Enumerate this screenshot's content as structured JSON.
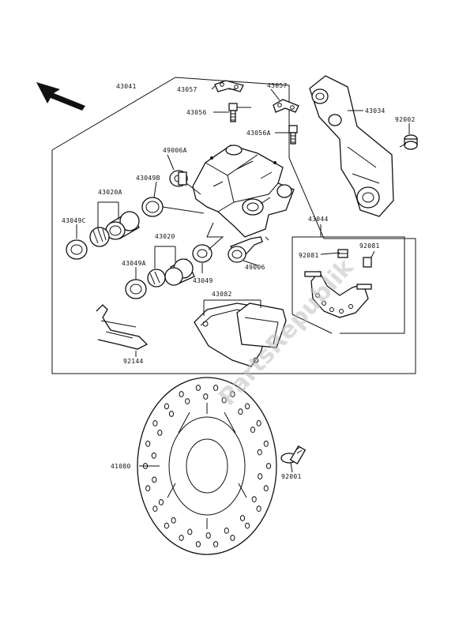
{
  "labels": {
    "l43041": "43041",
    "l43057a": "43057",
    "l43057b": "43057",
    "l43034": "43034",
    "l92002": "92002",
    "l43056": "43056",
    "l43056a": "43056A",
    "l49006a": "49006A",
    "l43049b": "43049B",
    "l43020a": "43020A",
    "l43049c": "43049C",
    "l43020": "43020",
    "l43049a": "43049A",
    "l43049": "43049",
    "l49006": "49006",
    "l43044": "43044",
    "l92081a": "92081",
    "l92081b": "92081",
    "l43082": "43082",
    "l92144": "92144",
    "l41080": "41080",
    "l92001": "92001"
  },
  "watermark": "PartsRepublik",
  "direction_arrow": "front-arrow-icon"
}
